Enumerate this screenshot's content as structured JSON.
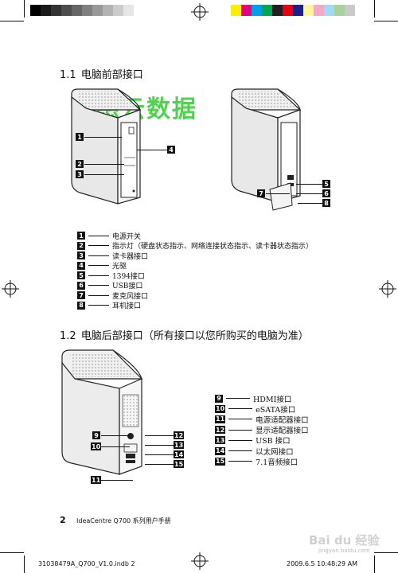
{
  "section1": {
    "number": "1.1",
    "title": "电脑前部接口"
  },
  "watermark": "慈云数据",
  "front_legend": [
    {
      "num": "1",
      "label": "电源开关"
    },
    {
      "num": "2",
      "label": "指示灯（硬盘状态指示、网络连接状态指示、读卡器状态指示）"
    },
    {
      "num": "3",
      "label": "读卡器接口"
    },
    {
      "num": "4",
      "label": "光驱"
    },
    {
      "num": "5",
      "label": "1394接口"
    },
    {
      "num": "6",
      "label": "USB接口"
    },
    {
      "num": "7",
      "label": "麦克风接口"
    },
    {
      "num": "8",
      "label": "耳机接口"
    }
  ],
  "section2": {
    "number": "1.2",
    "title": "电脑后部接口（所有接口以您所购买的电脑为准）"
  },
  "rear_legend": [
    {
      "num": "9",
      "label": "HDMI接口"
    },
    {
      "num": "10",
      "label": "eSATA接口"
    },
    {
      "num": "11",
      "label": "电源适配器接口"
    },
    {
      "num": "12",
      "label": "显示适配器接口"
    },
    {
      "num": "13",
      "label": "USB 接口"
    },
    {
      "num": "14",
      "label": "以太网接口"
    },
    {
      "num": "15",
      "label": "7.1音频接口"
    }
  ],
  "front_callouts": {
    "c1": "1",
    "c2": "2",
    "c3": "3",
    "c4": "4"
  },
  "side_callouts": {
    "c5": "5",
    "c6": "6",
    "c7": "7",
    "c8": "8"
  },
  "rear_callouts": {
    "c9": "9",
    "c10": "10",
    "c11": "11",
    "c12": "12",
    "c13": "13",
    "c14": "14",
    "c15": "15"
  },
  "footer": {
    "page_number": "2",
    "manual_title": "IdeaCentre Q700 系列用户手册",
    "file_name": "31038479A_Q700_V1.0.indb   2",
    "timestamp": "2009.6.5   10:48:29 AM"
  },
  "baidu": {
    "logo": "Bai du 经验",
    "url": "jingyan.baidu.com"
  },
  "colors": {
    "gray_steps": [
      "#000000",
      "#1a1a1a",
      "#333333",
      "#4d4d4d",
      "#666666",
      "#808080",
      "#999999",
      "#b3b3b3",
      "#cccccc",
      "#e6e6e6"
    ],
    "color_steps": [
      "#ffed00",
      "#e4007f",
      "#00a0e9",
      "#00a651",
      "#231f20",
      "#e60012",
      "#1d2088",
      "#fff799",
      "#f5a7c6",
      "#9fd9f6",
      "#a7d29a",
      "#c9caca"
    ]
  }
}
